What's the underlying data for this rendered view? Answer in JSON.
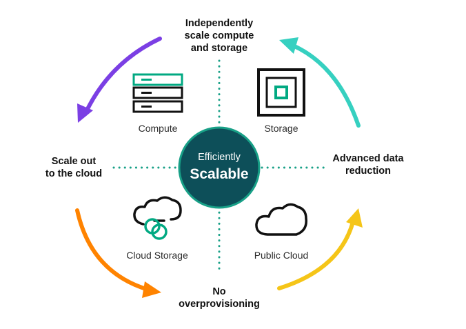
{
  "center": {
    "line1": "Efficiently",
    "line2": "Scalable"
  },
  "benefits": {
    "top": [
      "Independently",
      "scale compute",
      "and storage"
    ],
    "right": [
      "Advanced data",
      "reduction"
    ],
    "bottom": [
      "No",
      "overprovisioning"
    ],
    "left": [
      "Scale out",
      "to the cloud"
    ]
  },
  "quadrants": {
    "compute": {
      "label": "Compute",
      "icon": "server-stack-icon"
    },
    "storage": {
      "label": "Storage",
      "icon": "storage-square-icon"
    },
    "cloud_storage": {
      "label": "Cloud Storage",
      "icon": "cloud-storage-icon"
    },
    "public_cloud": {
      "label": "Public Cloud",
      "icon": "public-cloud-icon"
    }
  },
  "colors": {
    "center_fill": "#0d4f59",
    "center_ring": "#18a087",
    "brand_green": "#01a982",
    "dotted": "#18a087",
    "arrow_purple": "#7b3fe4",
    "arrow_teal": "#36d0c0",
    "arrow_yellow": "#f5c518",
    "arrow_orange": "#ff8300"
  }
}
